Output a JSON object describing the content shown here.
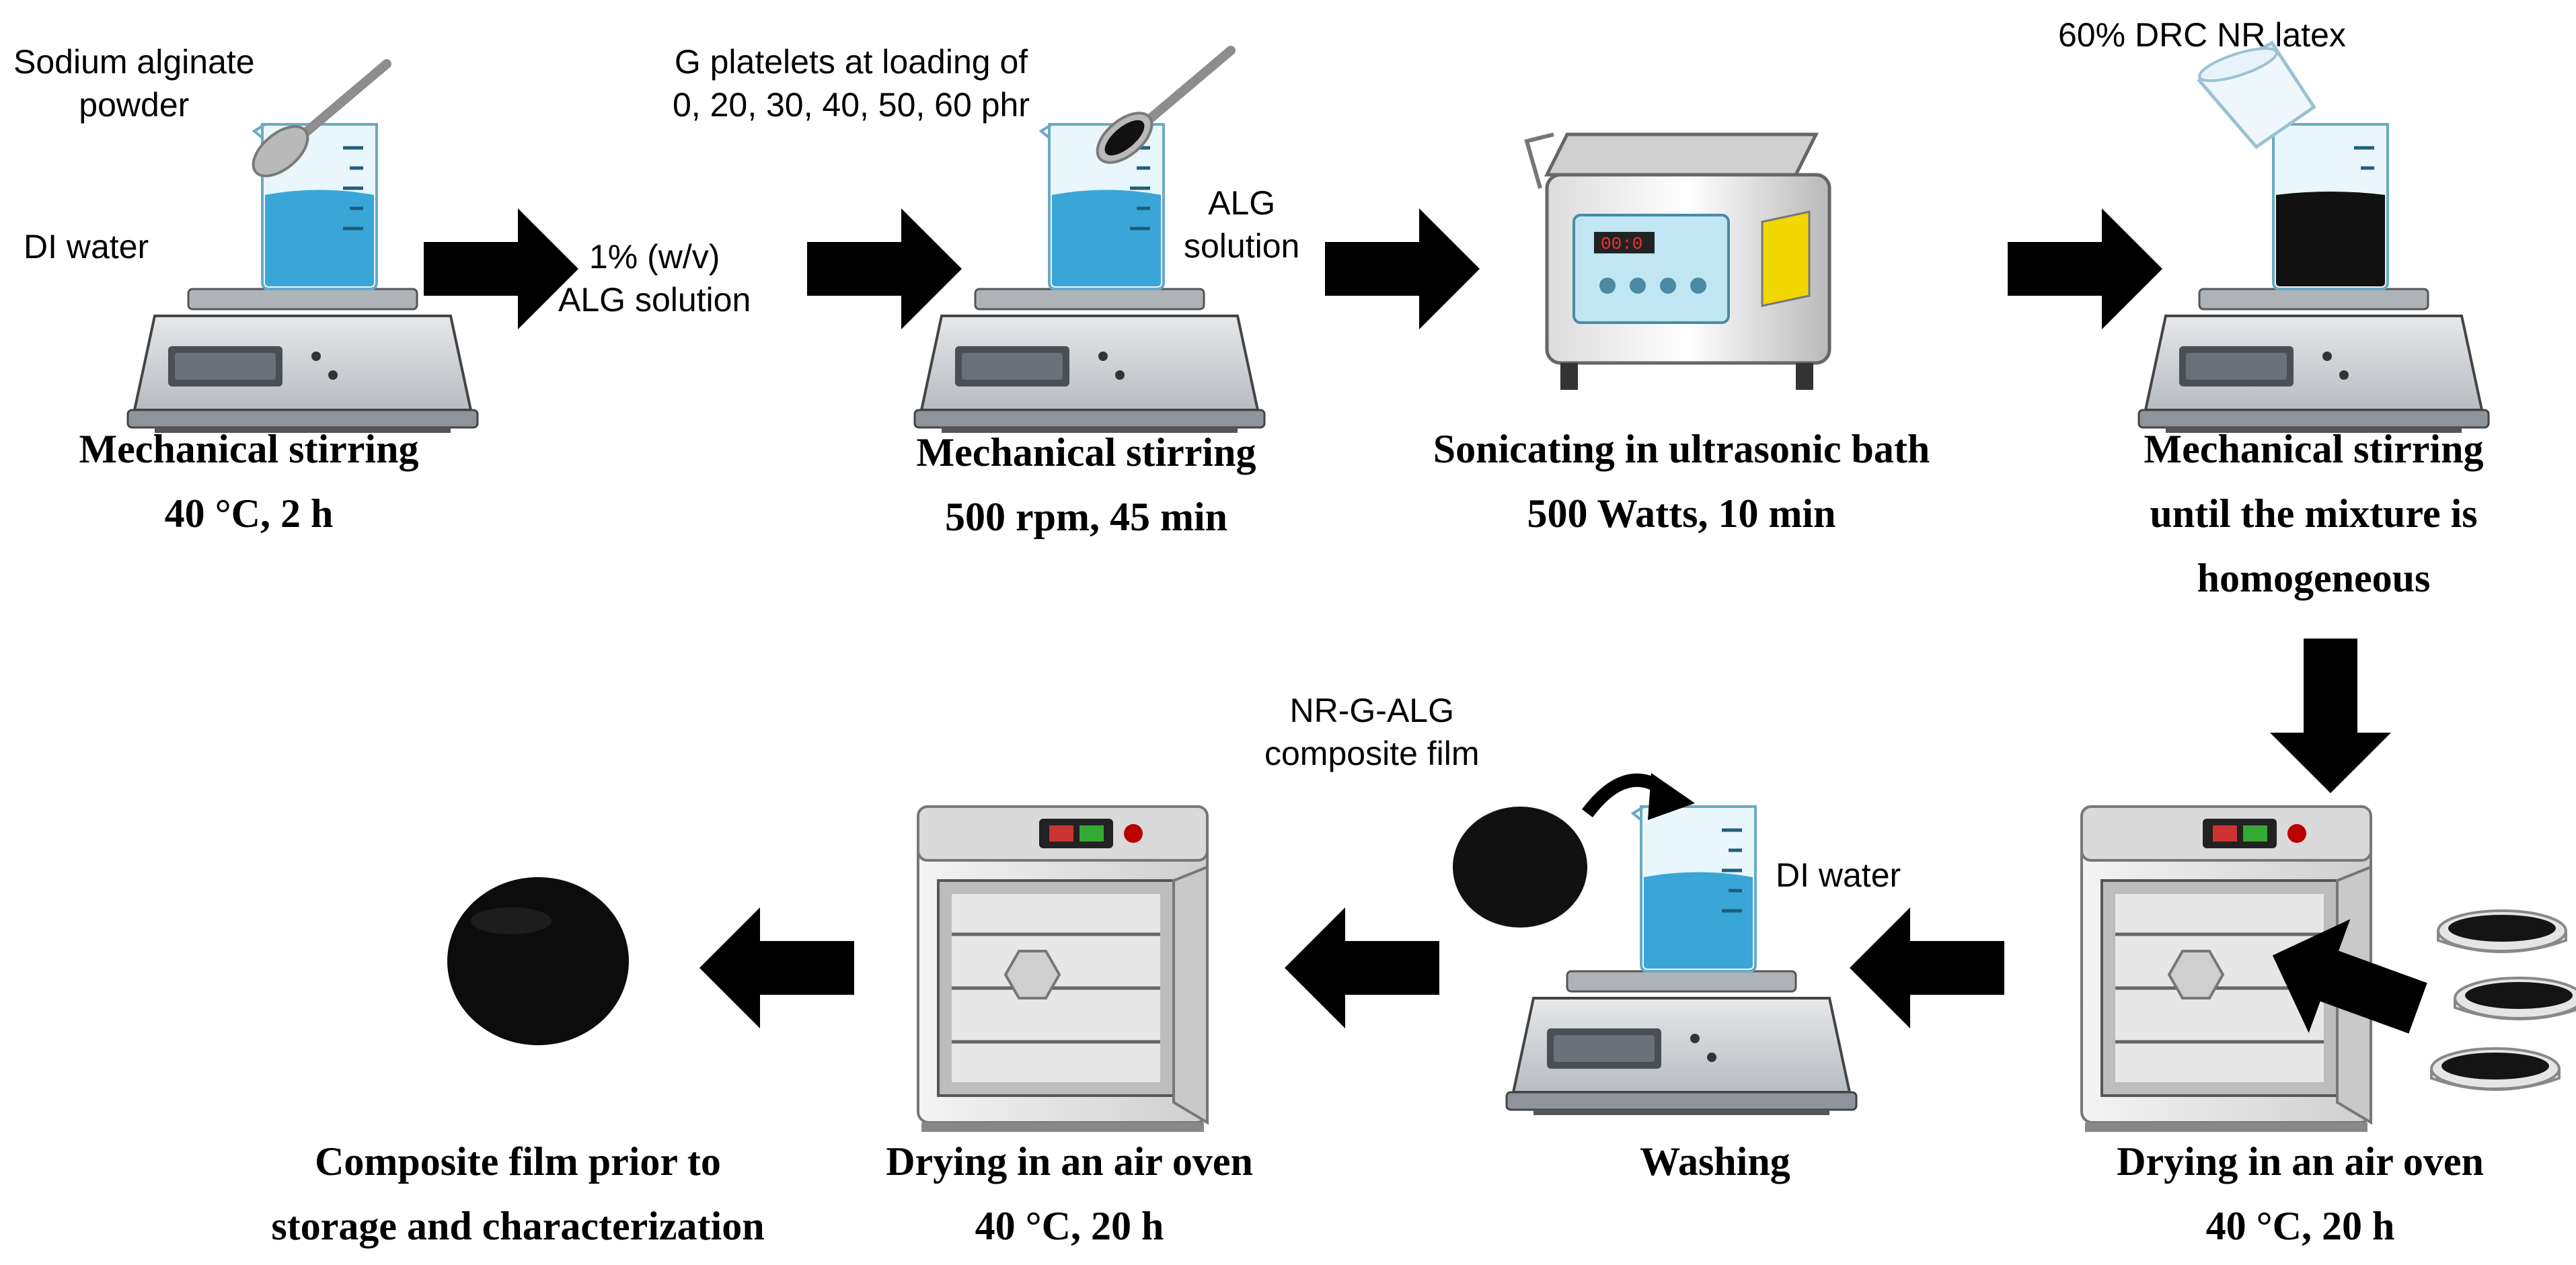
{
  "step1": {
    "powder_label": [
      "Sodium alginate",
      "powder"
    ],
    "water_label": "DI water",
    "caption": [
      "Mechanical stirring",
      "40 °C, 2 h"
    ]
  },
  "arrow1_label": [
    "1% (w/v)",
    "ALG solution"
  ],
  "step2": {
    "platelets_label": [
      "G platelets at loading of",
      "0, 20, 30, 40, 50, 60 phr"
    ],
    "solution_label": [
      "ALG",
      "solution"
    ],
    "caption": [
      "Mechanical stirring",
      "500 rpm, 45 min"
    ]
  },
  "step3": {
    "caption": [
      "Sonicating in ultrasonic bath",
      "500 Watts, 10 min"
    ]
  },
  "step4": {
    "latex_label": "60% DRC NR latex",
    "caption": [
      "Mechanical stirring",
      "until the mixture is",
      "homogeneous"
    ]
  },
  "step5": {
    "caption": [
      "Drying in an air oven",
      "40 °C, 20 h"
    ]
  },
  "step6": {
    "film_label": [
      "NR-G-ALG",
      "composite film"
    ],
    "water_label": "DI water",
    "caption": [
      "Washing"
    ]
  },
  "step7": {
    "caption": [
      "Drying in an air oven",
      "40 °C, 20 h"
    ]
  },
  "step8": {
    "caption": [
      "Composite film prior to",
      "storage and characterization"
    ]
  },
  "colors": {
    "water": "#3aa6d8",
    "water_light": "#a9dcef",
    "latex_mix": "#111111",
    "scale_body": "#cfd3d6",
    "scale_dark": "#4a4f55",
    "oven_body": "#e9e9e9",
    "arrow": "#000000"
  }
}
